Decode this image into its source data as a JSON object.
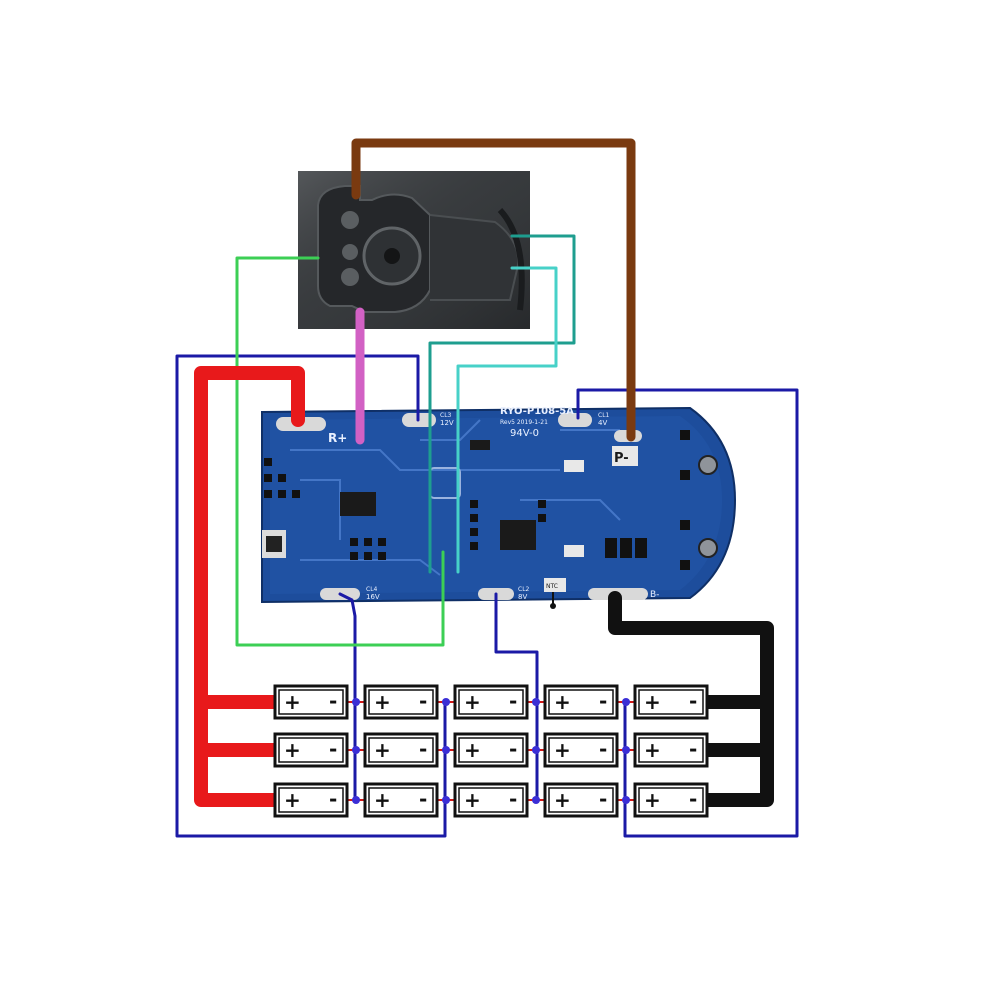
{
  "colors": {
    "background": "#ffffff",
    "red_wire": "#e8191b",
    "black_wire": "#111111",
    "brown_wire": "#7a3a10",
    "pink_wire": "#d261c4",
    "green_wire": "#3ccf55",
    "teal_wire": "#1e9e8f",
    "cyan_wire": "#47d1c8",
    "navy_wire": "#1b1aa6",
    "pcb": "#1d4d9c",
    "pcb_dark": "#123a7a",
    "pad": "#d9d9d9",
    "connector_gray": "#3f4245"
  },
  "pcb": {
    "model": "RYO-P108-5A",
    "revision": "Rev5 2019-1-21",
    "rating": "94V-0",
    "rplus": "R+",
    "pminus": "P-",
    "bminus": "B-",
    "ntc": "NTC",
    "pads": [
      {
        "code": "CL3",
        "volt": "12V"
      },
      {
        "code": "CL1",
        "volt": "4V"
      },
      {
        "code": "CL4",
        "volt": "16V"
      },
      {
        "code": "CL2",
        "volt": "8V"
      }
    ]
  },
  "cells": {
    "rows": 3,
    "columns": 5,
    "plus": "+",
    "minus": "-"
  }
}
